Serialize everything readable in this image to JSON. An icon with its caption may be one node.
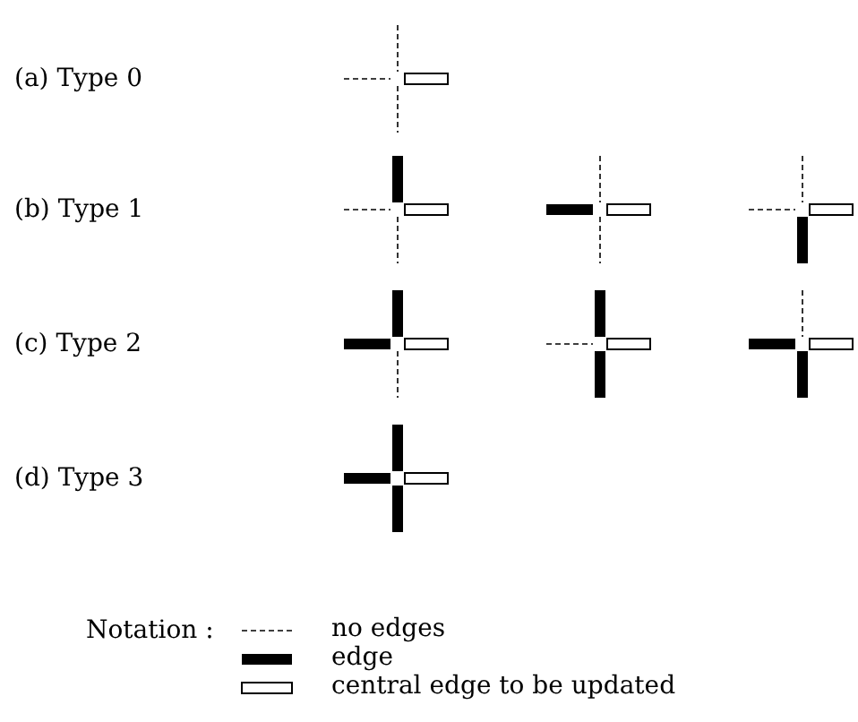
{
  "diagram": {
    "labels": [
      "(a) Type 0",
      "(b) Type 1",
      "(c) Type 2",
      "(d) Type 3",
      "Notation :"
    ],
    "legend": [
      {
        "text": "no edges"
      },
      {
        "text": "edge"
      },
      {
        "text": "central edge to be updated"
      }
    ]
  }
}
